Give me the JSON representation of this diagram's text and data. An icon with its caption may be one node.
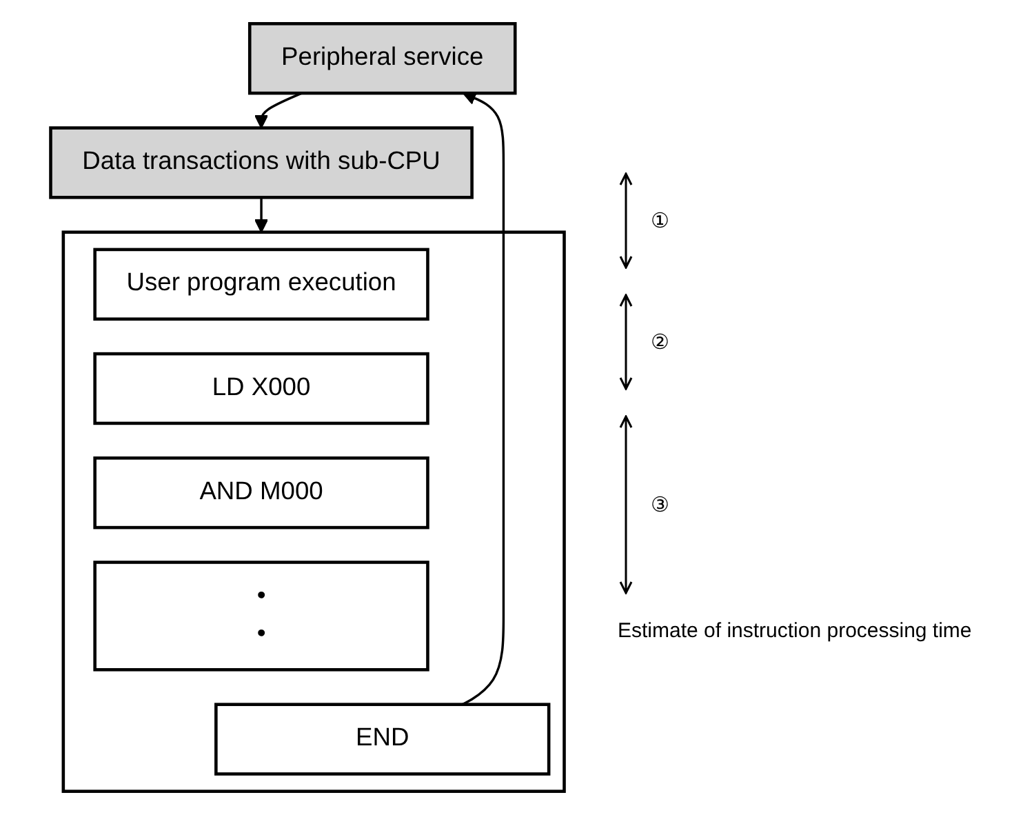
{
  "diagram": {
    "nodes": [
      {
        "text": [
          "Peripheral service"
        ]
      },
      {
        "text": [
          "Data transactions with sub-CPU"
        ]
      },
      {
        "text": [],
        "shape": "box"
      },
      {
        "text": [
          "User program execution"
        ],
        "in": 2
      },
      {
        "text": [
          "LD X000"
        ],
        "in": 2
      },
      {
        "text": [
          "AND M000"
        ],
        "in": 2
      },
      {
        "text": [
          "•",
          "•"
        ],
        "in": 2
      },
      {
        "text": [
          "END"
        ],
        "in": 2
      }
    ],
    "edges": [
      {
        "from": 0,
        "to": 1,
        "arrow": "to"
      },
      {
        "from": 1,
        "to": 2,
        "arrow": "to"
      },
      {
        "from": 7,
        "to": 0,
        "arrow": "to"
      }
    ],
    "labels": [
      "①",
      "②",
      "③",
      "Estimate of instruction processing time"
    ]
  }
}
